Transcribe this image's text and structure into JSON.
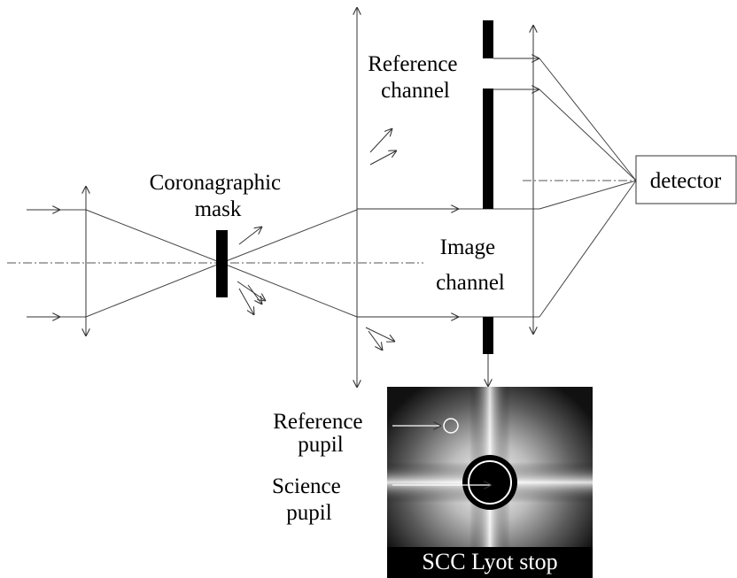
{
  "labels": {
    "coronagraphic_mask": [
      "Coronagraphic",
      "mask"
    ],
    "reference_channel": [
      "Reference",
      "channel"
    ],
    "image_channel": [
      "Image",
      "channel"
    ],
    "detector": "detector",
    "reference_pupil": [
      "Reference",
      "pupil"
    ],
    "science_pupil": [
      "Science",
      "pupil"
    ],
    "lyot_stop": "SCC Lyot stop"
  },
  "colors": {
    "line": "#444444",
    "mask": "#000000",
    "inset_bg": "#000000",
    "inset_text": "#ffffff"
  }
}
